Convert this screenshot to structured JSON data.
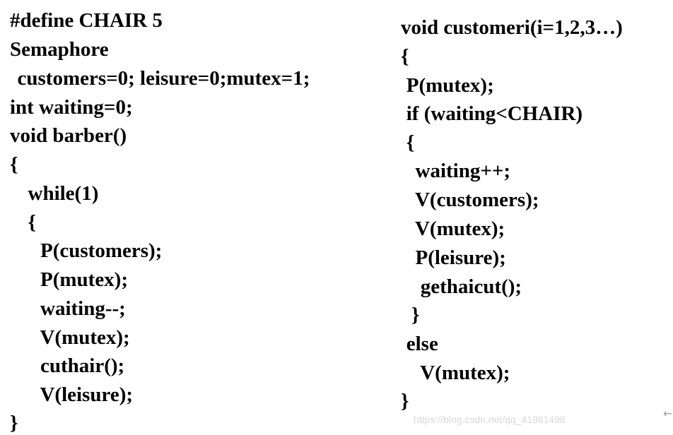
{
  "left_code": [
    "#define CHAIR 5",
    "Semaphore",
    "  customers=0; leisure=0;mutex=1;",
    "int waiting=0;",
    "void barber()",
    "{",
    "  while(1)",
    "  {",
    "    P(customers);",
    "    P(mutex);",
    "    waiting--;",
    "    V(mutex);",
    "    cuthair();",
    "    V(leisure);",
    "}"
  ],
  "right_code": [
    "void customeri(i=1,2,3…)",
    "{",
    "   P(mutex);",
    "   if (waiting<CHAIR)",
    "   {",
    "      waiting++;",
    "      V(customers);",
    "      V(mutex);",
    "      P(leisure);",
    "       gethaicut();",
    "    }",
    "   else",
    "       V(mutex);",
    "}"
  ],
  "watermark_text": "https://blog.csdn.net/qq_41861498",
  "corner_glyph": "←"
}
